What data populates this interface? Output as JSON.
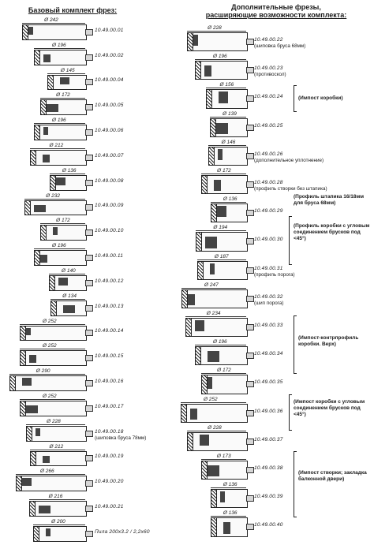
{
  "headings": {
    "left": "Базовый комплект фрез:",
    "right_line1": "Дополнительные фрезы,",
    "right_line2": "расширяющие возможности комплекта:"
  },
  "left": [
    {
      "d": "Ø 242",
      "code": "10.49.00.01",
      "note": ""
    },
    {
      "d": "Ø 196",
      "code": "10.49.00.02",
      "note": ""
    },
    {
      "d": "Ø 145",
      "code": "10.49.00.04",
      "note": ""
    },
    {
      "d": "Ø 172",
      "code": "10.49.00.05",
      "note": ""
    },
    {
      "d": "Ø 196",
      "code": "10.49.00.06",
      "note": ""
    },
    {
      "d": "Ø 212",
      "code": "10.49.00.07",
      "note": ""
    },
    {
      "d": "Ø 136",
      "code": "10.49.00.08",
      "note": ""
    },
    {
      "d": "Ø 232",
      "code": "10.49.00.09",
      "note": ""
    },
    {
      "d": "Ø 172",
      "code": "10.49.00.10",
      "note": ""
    },
    {
      "d": "Ø 196",
      "code": "10.49.00.11",
      "note": ""
    },
    {
      "d": "Ø 140",
      "code": "10.49.00.12",
      "note": ""
    },
    {
      "d": "Ø 134",
      "code": "10.49.00.13",
      "note": ""
    },
    {
      "d": "Ø 252",
      "code": "10.49.00.14",
      "note": ""
    },
    {
      "d": "Ø 252",
      "code": "10.49.00.15",
      "note": ""
    },
    {
      "d": "Ø 290",
      "code": "10.49.00.16",
      "note": ""
    },
    {
      "d": "Ø 252",
      "code": "10.49.00.17",
      "note": ""
    },
    {
      "d": "Ø 228",
      "code": "10.49.00.18",
      "note": "(шиповка бруса 78мм)"
    },
    {
      "d": "Ø 212",
      "code": "10.49.00.19",
      "note": ""
    },
    {
      "d": "Ø 266",
      "code": "10.49.00.20",
      "note": ""
    },
    {
      "d": "Ø 216",
      "code": "10.49.00.21",
      "note": ""
    },
    {
      "d": "Ø 200",
      "code": "Пила 200x3.2 / 2,2x60",
      "note": ""
    }
  ],
  "right": [
    {
      "d": "Ø 228",
      "code": "10.49.00.22",
      "note": "(шиповка бруса 68мм)"
    },
    {
      "d": "Ø 196",
      "code": "10.49.00.23",
      "note": "(противоскол)"
    },
    {
      "d": "Ø 156",
      "code": "10.49.00.24",
      "note": ""
    },
    {
      "d": "Ø 139",
      "code": "10.49.00.25",
      "note": ""
    },
    {
      "d": "Ø 146",
      "code": "10.49.00.26",
      "note": "(дополнительное уплотнение)"
    },
    {
      "d": "Ø 172",
      "code": "10.49.00.28",
      "note": "(профиль створки без штапика)"
    },
    {
      "d": "Ø 136",
      "code": "10.49.00.29",
      "note": ""
    },
    {
      "d": "Ø 194",
      "code": "10.49.00.30",
      "note": ""
    },
    {
      "d": "Ø 187",
      "code": "10.49.00.31",
      "note": "(профиль порога)"
    },
    {
      "d": "Ø 247",
      "code": "10.49.00.32",
      "note": "(шип порога)"
    },
    {
      "d": "Ø 234",
      "code": "10.49.00.33",
      "note": ""
    },
    {
      "d": "Ø 196",
      "code": "10.49.00.34",
      "note": ""
    },
    {
      "d": "Ø 172",
      "code": "10.49.00.35",
      "note": ""
    },
    {
      "d": "Ø 252",
      "code": "10.49.00.36",
      "note": ""
    },
    {
      "d": "Ø 228",
      "code": "10.49.00.37",
      "note": ""
    },
    {
      "d": "Ø 173",
      "code": "10.49.00.38",
      "note": ""
    },
    {
      "d": "Ø 136",
      "code": "10.49.00.39",
      "note": ""
    },
    {
      "d": "Ø 136",
      "code": "10.49.00.40",
      "note": ""
    }
  ],
  "group_notes": {
    "g1": "(Импост коробки)",
    "g2": "(Профиль штапика 16/18мм для бруса 68мм)",
    "g3": "(Профиль коробки с угловым соединением брусков под <45°)",
    "g4": "(Импост-контрпрофиль коробки. Верх)",
    "g5": "(Импост коробки с угловым соединением брусков под <45°)",
    "g6": "(Импост створки; закладка балконной двери)"
  }
}
